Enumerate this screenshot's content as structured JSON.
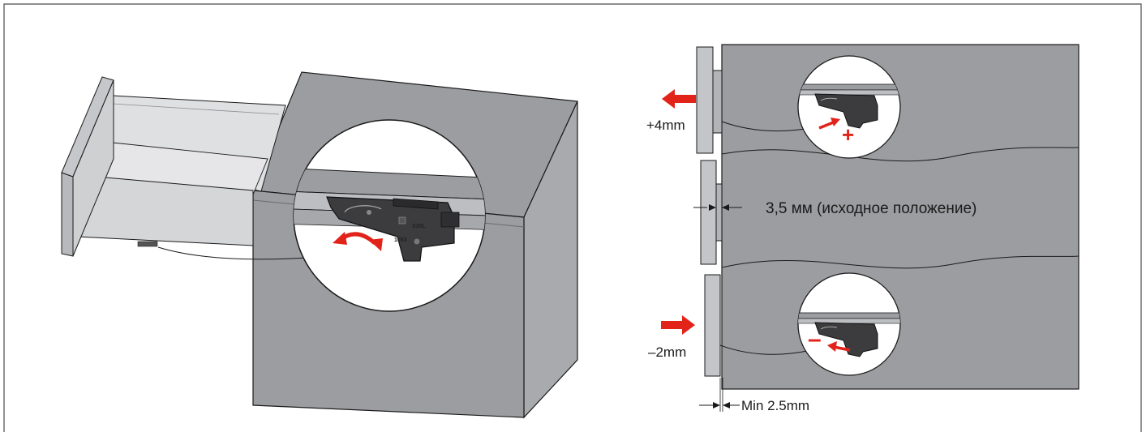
{
  "labels": {
    "plus_offset": "+4mm",
    "minus_offset": "–2mm",
    "default_position": "3,5 мм (исходное положение)",
    "minimum_gap": "Min 2.5mm"
  },
  "symbols": {
    "plus": "+",
    "minus": "–"
  },
  "part_marks": {
    "side": "S30L",
    "code": "1083"
  },
  "colors": {
    "cabinet": "#9c9da1",
    "cabinet_side": "#a9aaad",
    "drawer_front": "#c4c5c8",
    "mechanism": "#3c3c3e",
    "arrow": "#e2231a",
    "outline": "#1a1a1a"
  },
  "icons": [
    "left-arrow-icon",
    "right-arrow-icon",
    "curved-double-arrow-icon"
  ]
}
